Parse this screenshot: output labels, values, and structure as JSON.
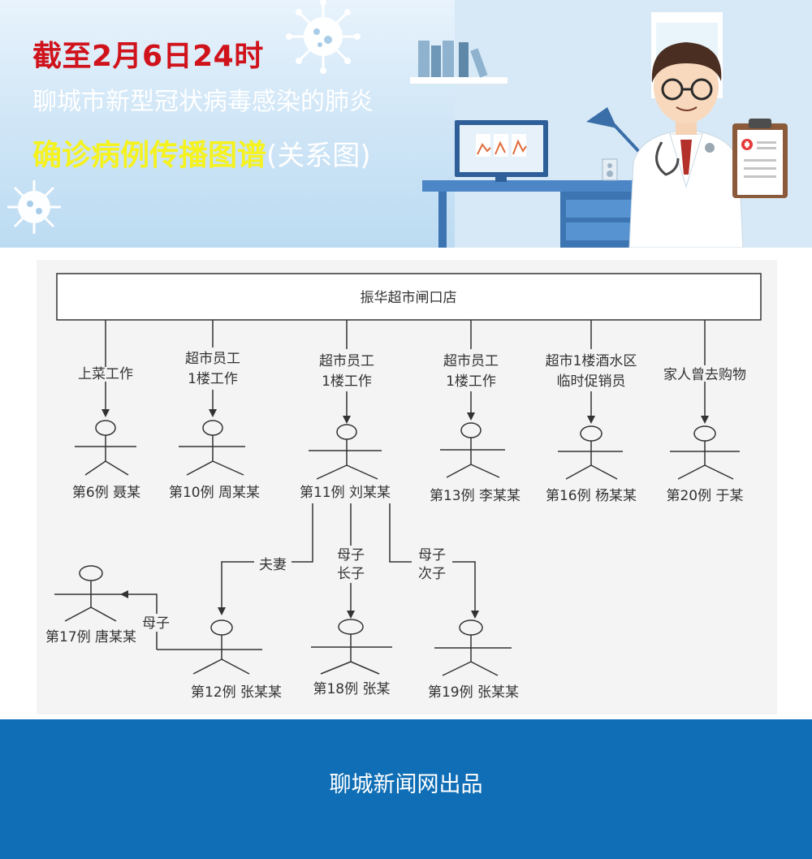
{
  "header": {
    "title_line1": "截至2月6日24时",
    "title_line2": "聊城市新型冠状病毒感染的肺炎",
    "title_line3_main": "确诊病例传播图谱",
    "title_line3_suffix": "(关系图)"
  },
  "diagram": {
    "store": "振华超市闸口店",
    "branches": [
      {
        "relation_lines": [
          "上菜工作"
        ],
        "case": "第6例  聂某"
      },
      {
        "relation_lines": [
          "超市员工",
          "1楼工作"
        ],
        "case": "第10例  周某某"
      },
      {
        "relation_lines": [
          "超市员工",
          "1楼工作"
        ],
        "case": "第11例  刘某某"
      },
      {
        "relation_lines": [
          "超市员工",
          "1楼工作"
        ],
        "case": "第13例  李某某"
      },
      {
        "relation_lines": [
          "超市1楼酒水区",
          "临时促销员"
        ],
        "case": "第16例  杨某某"
      },
      {
        "relation_lines": [
          "家人曾去购物"
        ],
        "case": "第20例  于某"
      }
    ],
    "secondary": [
      {
        "relation_lines": [
          "夫妻"
        ],
        "case": "第12例  张某某"
      },
      {
        "relation_lines": [
          "母子",
          "长子"
        ],
        "case": "第18例  张某"
      },
      {
        "relation_lines": [
          "母子",
          "次子"
        ],
        "case": "第19例  张某某"
      }
    ],
    "tertiary": {
      "relation_lines": [
        "母子"
      ],
      "case": "第17例  唐某某"
    }
  },
  "footer": {
    "text": "聊城新闻网出品"
  },
  "colors": {
    "footer_bg": "#0f6eb5",
    "title_red": "#d0121b",
    "title_yellow": "#f5f21e",
    "line": "#333333"
  }
}
